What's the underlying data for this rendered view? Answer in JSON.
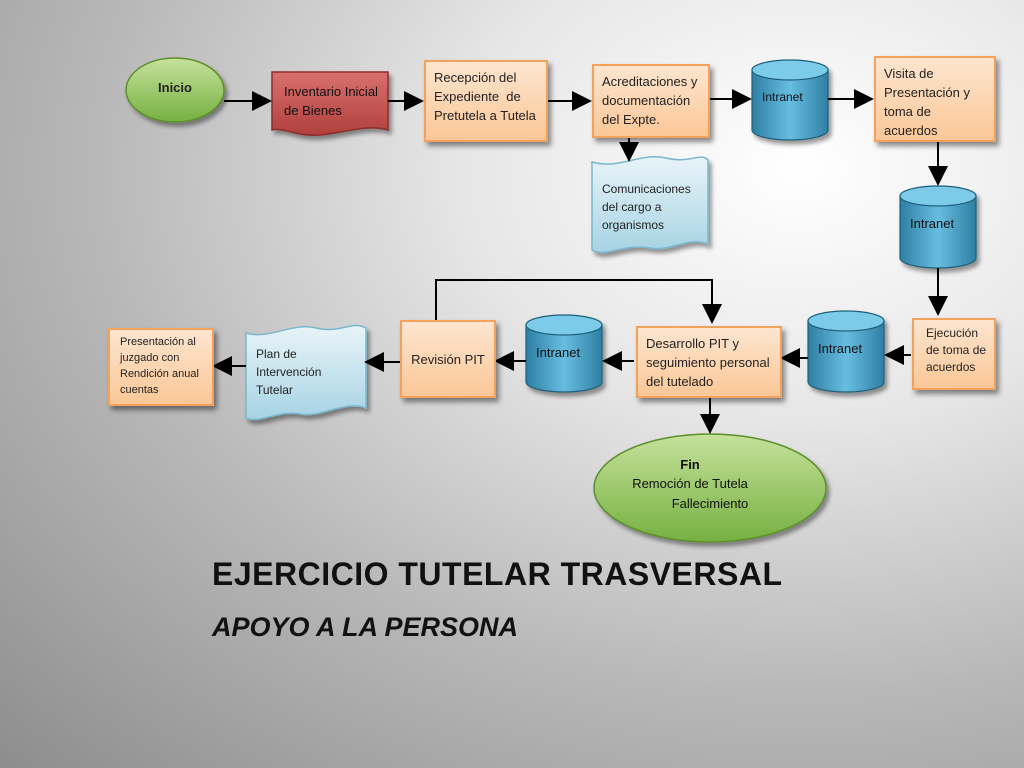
{
  "nodes": {
    "inicio": "Inicio",
    "inventario": [
      "Inventario Inicial",
      "de Bienes"
    ],
    "recepcion": [
      "Recepción del",
      "Expediente  de",
      "Pretutela a Tutela"
    ],
    "acreditaciones": [
      "Acreditaciones y",
      "documentación",
      "del Expte."
    ],
    "intranet_1": "Intranet",
    "visita": [
      "Visita de",
      "Presentación y",
      "toma de acuerdos"
    ],
    "comunicaciones": [
      "Comunicaciones",
      "del cargo a",
      "organismos"
    ],
    "intranet_2": "Intranet",
    "ejecucion": [
      "Ejecución",
      "de toma de",
      "acuerdos"
    ],
    "intranet_3": "Intranet",
    "desarrollo": [
      "Desarrollo PIT y",
      "seguimiento personal",
      "del tutelado"
    ],
    "intranet_4": "Intranet",
    "revision": "Revisión PIT",
    "plan": [
      "Plan de",
      "Intervención",
      "Tutelar"
    ],
    "presentacion": [
      "Presentación al",
      "juzgado con",
      "Rendición anual",
      "cuentas"
    ],
    "fin_title": "Fin",
    "fin_line1": "Remoción de Tutela",
    "fin_line2": "Fallecimiento"
  },
  "title": {
    "main": "EJERCICIO TUTELAR TRASVERSAL",
    "sub": "APOYO A LA PERSONA"
  },
  "colors": {
    "process_fill": "#fbc797",
    "process_border": "#f2a25c",
    "start_end_fill": "#8cc152",
    "cylinder_fill": "#4aa3c8",
    "document_red": "#c0504d",
    "document_blue": "#b7dde8"
  }
}
